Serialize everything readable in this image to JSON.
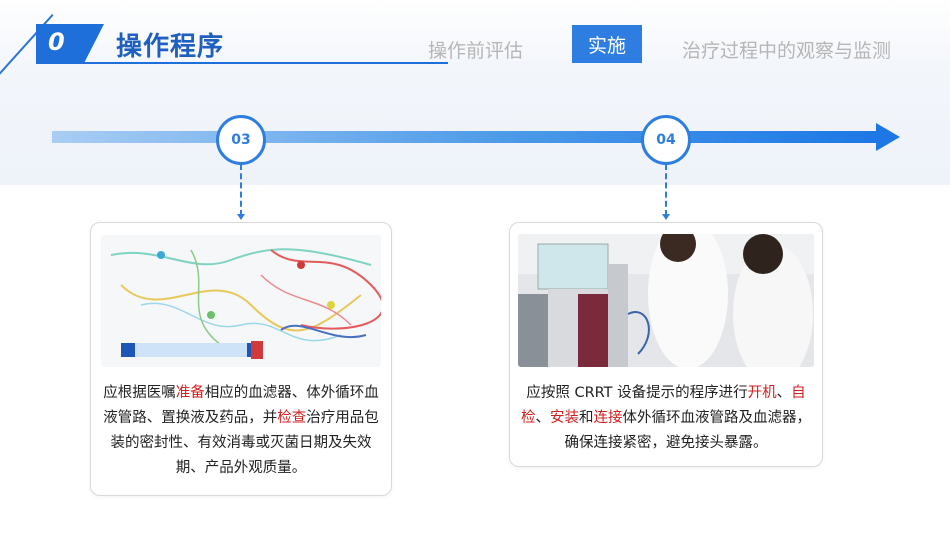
{
  "header": {
    "badge_number": "0",
    "title": "操作程序"
  },
  "nav": {
    "item1": "操作前评估",
    "active": "实施",
    "item3": "治疗过程中的观察与监测"
  },
  "timeline": {
    "step1": "03",
    "step2": "04"
  },
  "card1": {
    "image_alt": "tubing-set-photo",
    "text": [
      {
        "t": "应根据医嘱",
        "hl": false
      },
      {
        "t": "准备",
        "hl": true
      },
      {
        "t": "相应的血滤器、体外循环血液管路、置换液及药品，并",
        "hl": false
      },
      {
        "t": "检查",
        "hl": true
      },
      {
        "t": "治疗用品包装的密封性、有效消毒或灭菌日期及失效期、产品外观质量。",
        "hl": false
      }
    ]
  },
  "card2": {
    "image_alt": "nurses-at-machine-photo",
    "text": [
      {
        "t": "应按照 CRRT 设备提示的程序进行",
        "hl": false
      },
      {
        "t": "开机",
        "hl": true
      },
      {
        "t": "、",
        "hl": false
      },
      {
        "t": "自检",
        "hl": true
      },
      {
        "t": "、",
        "hl": false
      },
      {
        "t": "安装",
        "hl": true
      },
      {
        "t": "和",
        "hl": false
      },
      {
        "t": "连接",
        "hl": true
      },
      {
        "t": "体外循环血液管路及血滤器，确保连接紧密，避免接头暴露。",
        "hl": false
      }
    ]
  },
  "colors": {
    "accent": "#2e7de0",
    "highlight": "#d21f1f"
  }
}
